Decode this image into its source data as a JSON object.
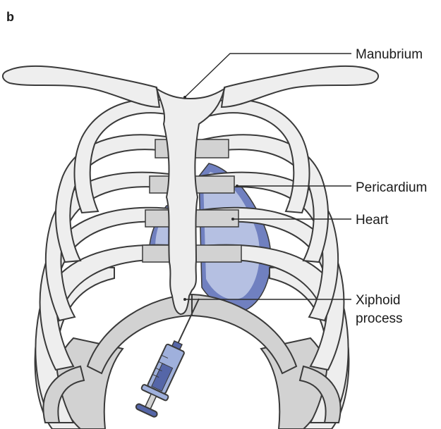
{
  "panel_label": "b",
  "labels": {
    "manubrium": "Manubrium",
    "pericardium": "Pericardium",
    "heart": "Heart",
    "xiphoid_line1": "Xiphoid",
    "xiphoid_line2": "process"
  },
  "colors": {
    "bone_fill": "#eeeeee",
    "cartilage_fill": "#d2d2d2",
    "outline": "#3a3a3a",
    "heart_fill": "#b5c0e2",
    "pericardium_fill": "#7080c0",
    "syringe_fill": "#9fb0dc",
    "syringe_dark": "#5566a8"
  }
}
